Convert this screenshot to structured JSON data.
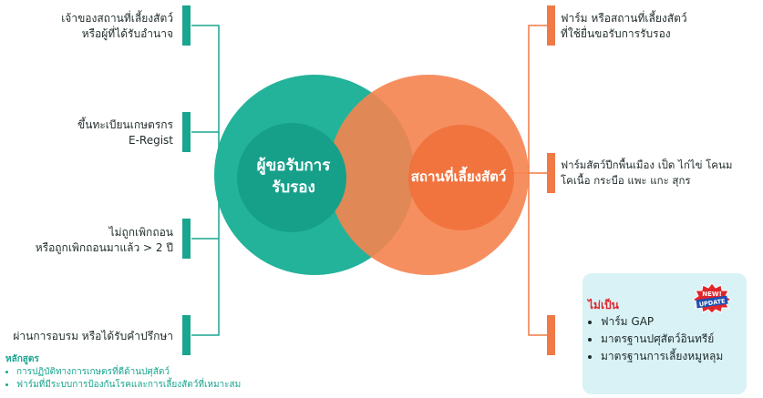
{
  "left_items": [
    {
      "lines": [
        "เจ้าของสถานที่เลี้ยงสัตว์",
        "หรือผู้ที่ได้รับอำนาจ"
      ]
    },
    {
      "lines": [
        "ขึ้นทะเบียนเกษตรกร",
        "E-Regist"
      ]
    },
    {
      "lines": [
        "ไม่ถูกเพิกถอน",
        "หรือถูกเพิกถอนมาแล้ว > 2 ปี"
      ]
    },
    {
      "lines": [
        "ผ่านการอบรม หรือได้รับคำปรึกษา"
      ]
    }
  ],
  "course": {
    "title": "หลักสูตร",
    "items": [
      "การปฏิบัติทางการเกษตรที่ดีด้านปศุสัตว์",
      "ฟาร์มที่มีระบบการป้องกันโรคและการเลี้ยงสัตว์ที่เหมาะสม"
    ]
  },
  "circles": {
    "left_label_line1": "ผู้ขอรับการ",
    "left_label_line2": "รับรอง",
    "right_label": "สถานที่เลี้ยงสัตว์"
  },
  "right_items": [
    {
      "lines": [
        "ฟาร์ม หรือสถานที่เลี้ยงสัตว์",
        "ที่ใช้ยื่นขอรับการรับรอง"
      ]
    },
    {
      "lines": [
        "ฟาร์มสัตว์ปีกพื้นเมือง เป็ด ไก่ไข่ โคนม",
        "โคเนื้อ กระบือ แพะ แกะ สุกร"
      ]
    }
  ],
  "not_box": {
    "heading": "ไม่เป็น",
    "items": [
      "ฟาร์ม GAP",
      "มาตรฐานปศุสัตว์อินทรีย์",
      "มาตรฐานการเลี้ยงหมูหลุม"
    ]
  },
  "badge": {
    "line1": "NEW!",
    "line2": "UPDATE"
  },
  "colors": {
    "teal": "#1aa58f",
    "orange": "#f07a45",
    "circle_teal": "#22b39a",
    "circle_orange": "#f5834f",
    "box_bg": "#d9f2f5",
    "heading_red": "#e0262b"
  }
}
